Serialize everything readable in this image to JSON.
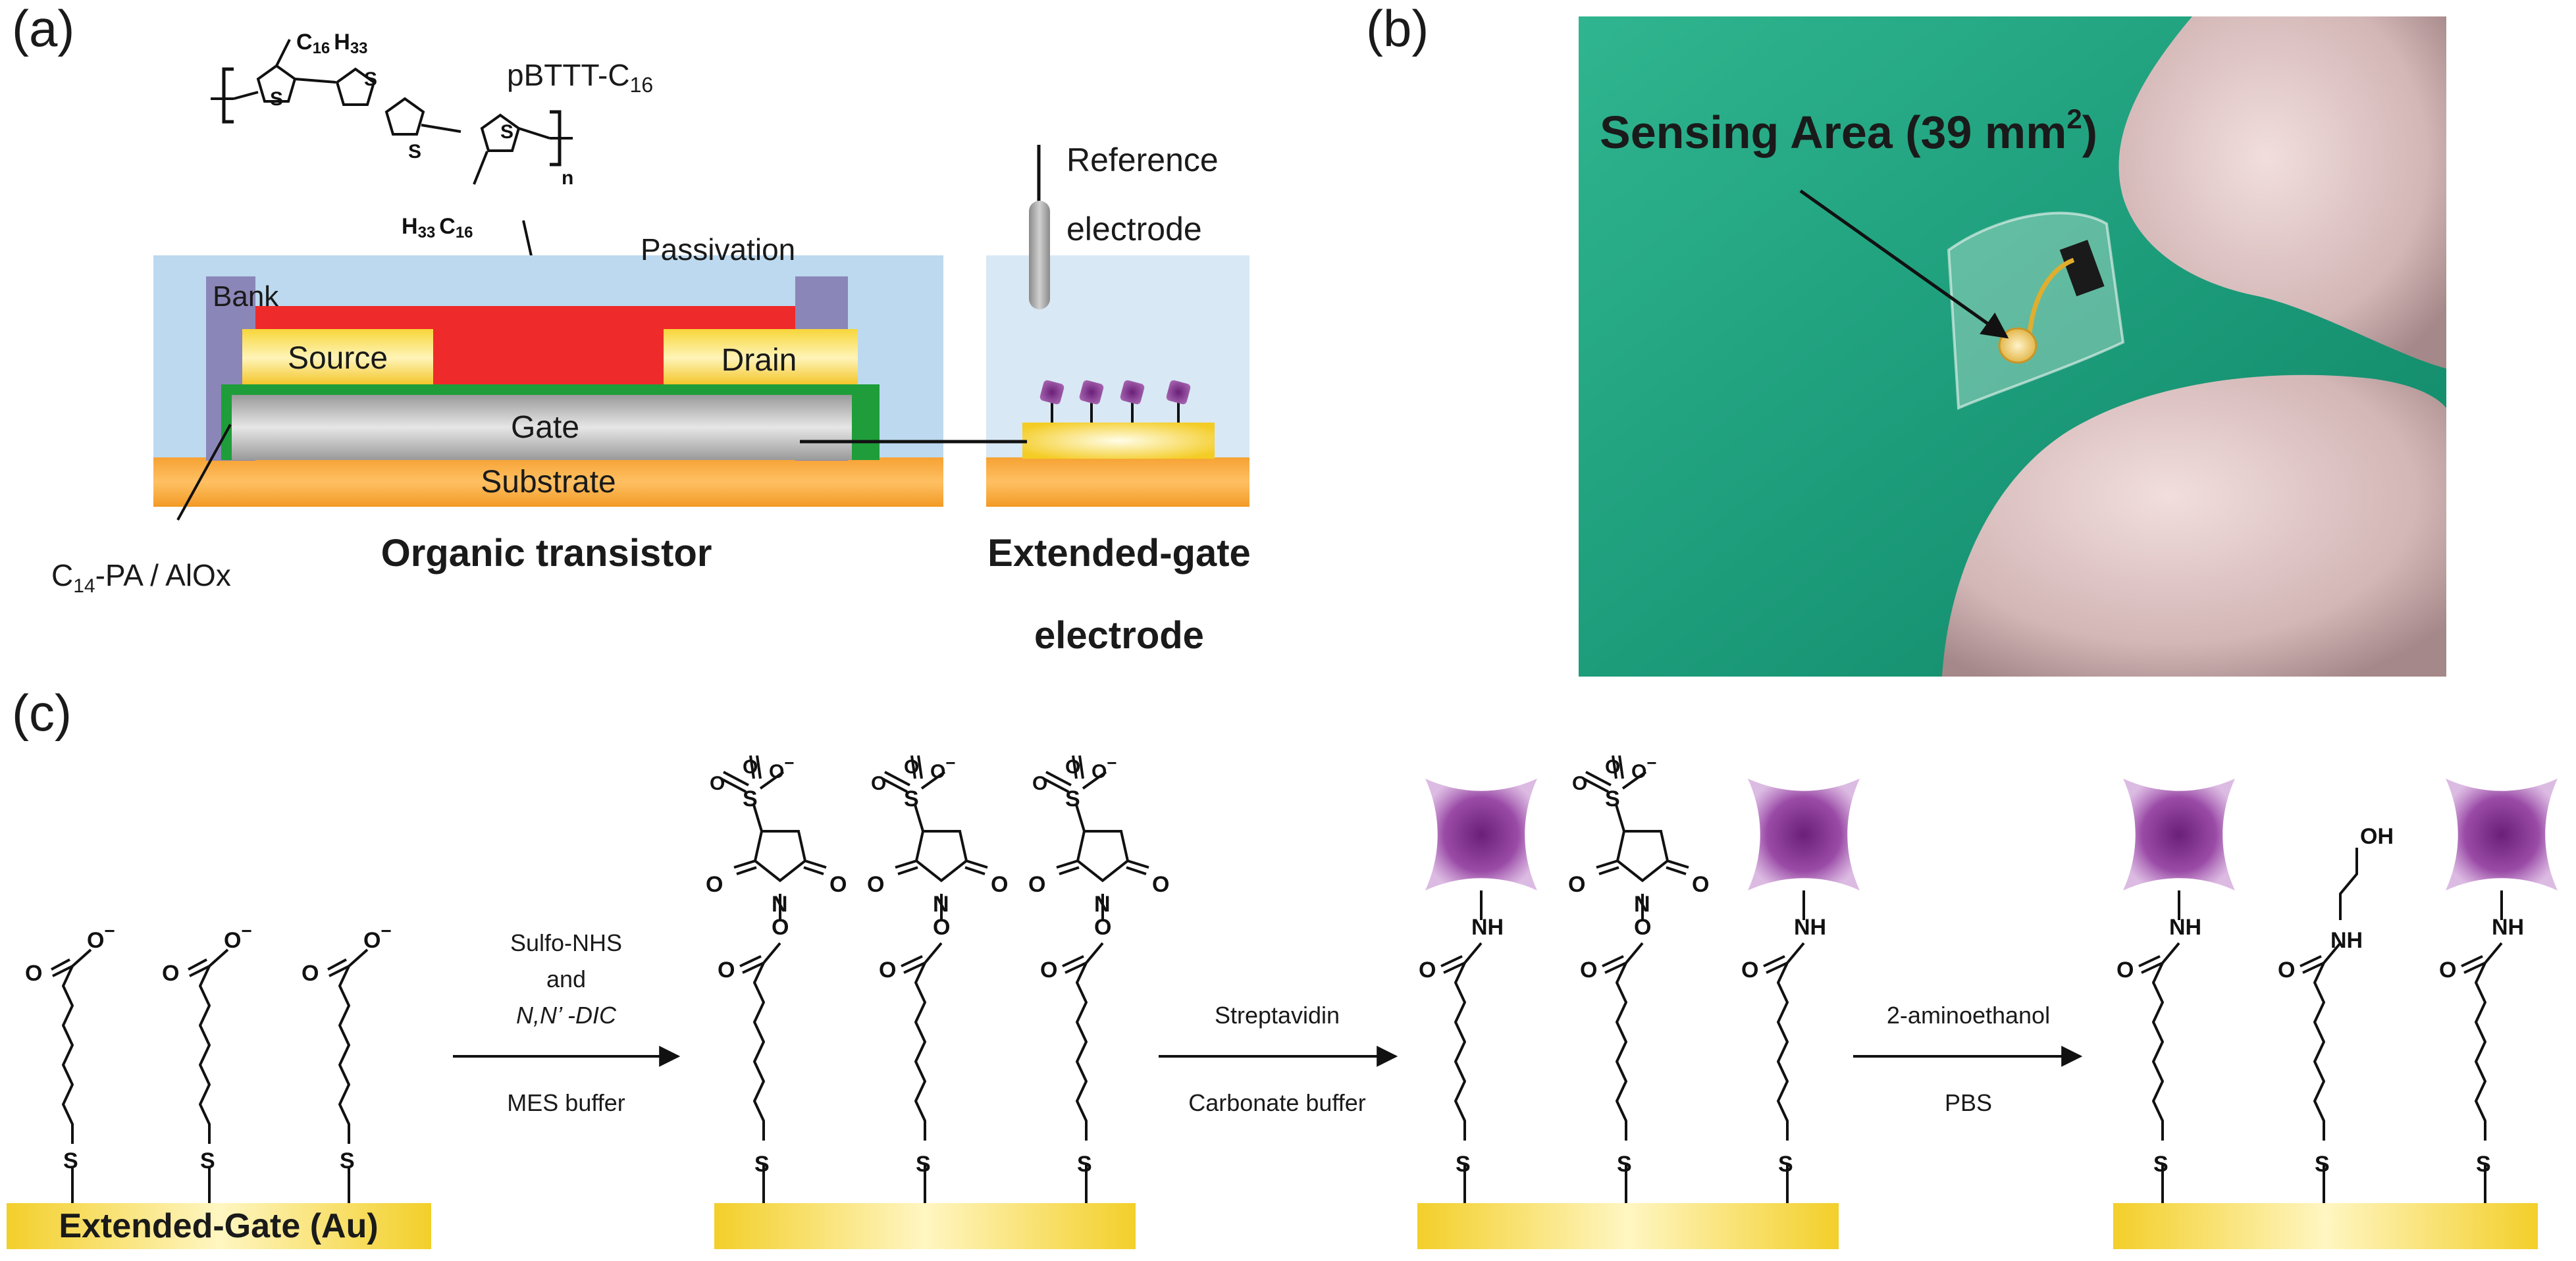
{
  "panel_labels": {
    "a": "(a)",
    "b": "(b)",
    "c": "(c)"
  },
  "panel_a": {
    "polymer_name": "pBTTT-C",
    "polymer_sub": "16",
    "side_chain_top": "C",
    "side_chain_top_sub1": "16",
    "side_chain_top_h": "H",
    "side_chain_top_sub2": "33",
    "side_chain_bottom_h": "H",
    "side_chain_bottom_sub1": "33",
    "side_chain_bottom_c": "C",
    "side_chain_bottom_sub2": "16",
    "repeat_n": "n",
    "layers": {
      "passivation": "Passivation",
      "bank": "Bank",
      "source": "Source",
      "drain": "Drain",
      "gate": "Gate",
      "substrate": "Substrate"
    },
    "dielectric_label": "C",
    "dielectric_sub": "14",
    "dielectric_rest": "-PA / AlOx",
    "reference_label_1": "Reference",
    "reference_label_2": "electrode",
    "caption_transistor": "Organic transistor",
    "caption_electrode_1": "Extended-gate",
    "caption_electrode_2": "electrode"
  },
  "panel_b": {
    "annotation": "Sensing Area (39 mm",
    "annotation_sup": "2",
    "annotation_end": ")"
  },
  "panel_c": {
    "substrate_label": "Extended-Gate (Au)",
    "step1": {
      "line1": "Sulfo-NHS",
      "line2": "and",
      "line3": "N,N’ -DIC",
      "line4": "MES buffer"
    },
    "step2": {
      "line1": "Streptavidin",
      "line2": "Carbonate buffer"
    },
    "step3": {
      "line1": "2-aminoethanol",
      "line2": "PBS"
    },
    "atoms": {
      "o": "O",
      "o_minus": "O",
      "minus": "−",
      "s": "S",
      "n": "N",
      "nh": "NH",
      "oh": "OH"
    }
  },
  "colors": {
    "passivation": "#bcd9ef",
    "bank": "#8b86b8",
    "semiconductor": "#ef2a2a",
    "electrode_gold": "#f7d63a",
    "dielectric": "#1f9d3a",
    "gate_gray": "#b5b5b5",
    "substrate_orange": "#f6a233",
    "photo_green": "#1e9b7a",
    "streptavidin": "#7b2a86"
  }
}
